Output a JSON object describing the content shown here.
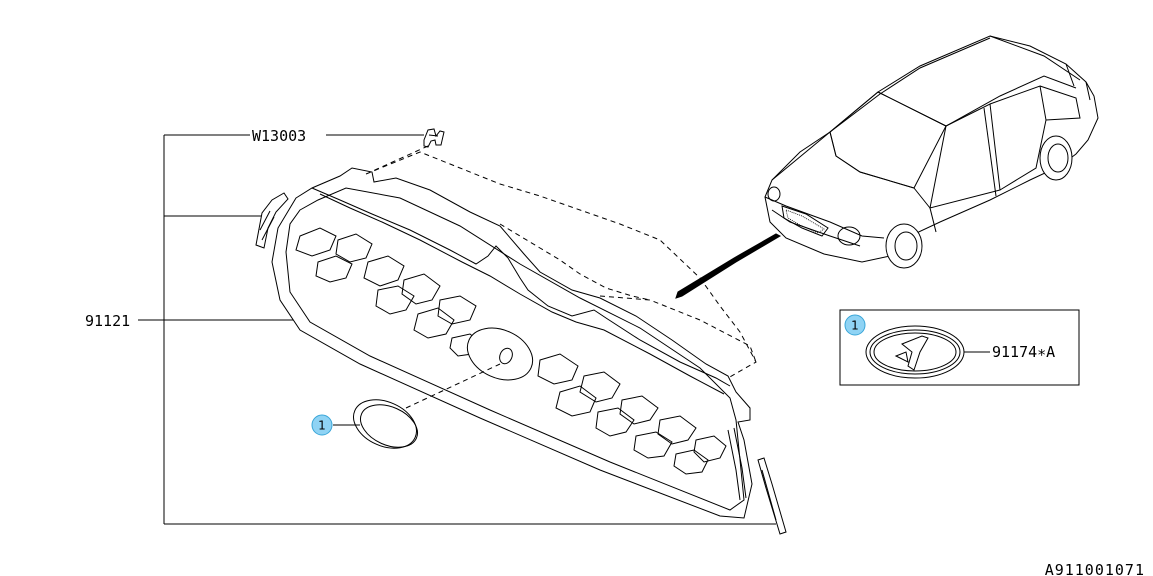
{
  "parts": {
    "clip": {
      "number": "W13003",
      "icon": "clip-icon"
    },
    "grille": {
      "number": "91121",
      "icon": "front-grille-icon"
    },
    "emblem": {
      "number": "91174∗A",
      "icon": "emblem-icon"
    }
  },
  "callouts": {
    "emblem_main": "1",
    "emblem_inset": "1"
  },
  "reference_code": "A911001071",
  "colors": {
    "callout_fill": "#8fd3f4",
    "callout_stroke": "#3aa6d8",
    "line": "#000000",
    "background": "#ffffff"
  }
}
